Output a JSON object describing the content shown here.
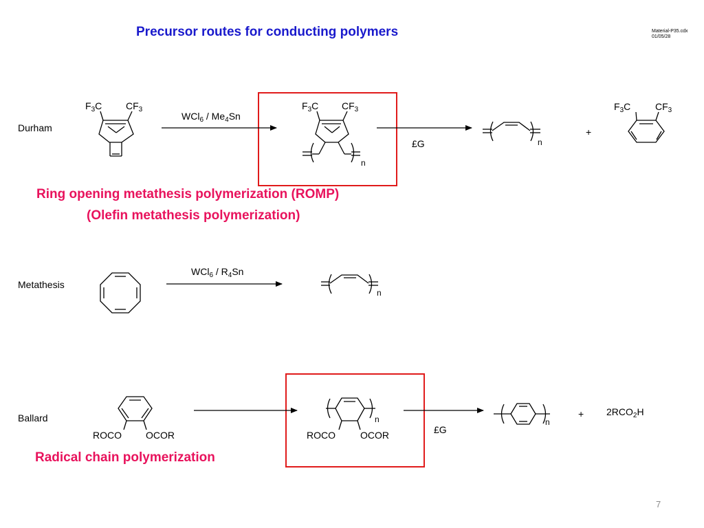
{
  "slide": {
    "title": "Precursor routes for conducting polymers",
    "meta_file": "Material-P35.cdx",
    "meta_date": "01/05/28",
    "page_number": "7"
  },
  "durham": {
    "label": "Durham",
    "reagent": "WCl6 / Me4Sn",
    "heat": "£G",
    "plus": "+",
    "repeat": "n"
  },
  "romp": {
    "line1": "Ring opening metathesis polymerization (ROMP)",
    "line2": "(Olefin metathesis polymerization)"
  },
  "metathesis": {
    "label": "Metathesis",
    "reagent": "WCl6 / R4Sn",
    "repeat": "n"
  },
  "ballard": {
    "label": "Ballard",
    "roco": "ROCO",
    "ocor": "OCOR",
    "heat": "£G",
    "plus": "+",
    "product": "2RCO2H",
    "repeat": "n"
  },
  "radical": {
    "label": "Radical chain polymerization"
  },
  "colors": {
    "title": "#1a1acc",
    "highlight": "#e8125c",
    "box": "#e01a1a"
  }
}
